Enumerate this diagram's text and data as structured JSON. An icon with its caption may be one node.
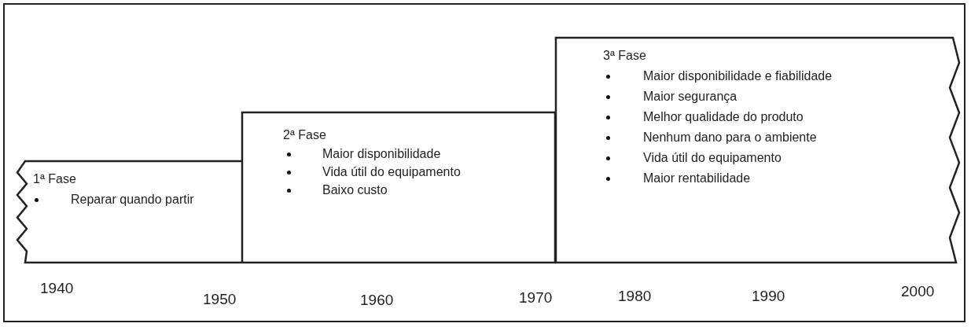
{
  "diagram": {
    "nodes": [
      {
        "text": [
          "1ª Fase",
          "Reparar quando partir"
        ]
      },
      {
        "text": [
          "2ª Fase",
          "Maior disponibilidade",
          "Vida útil do equipamento",
          "Baixo custo"
        ]
      },
      {
        "text": [
          "3ª Fase",
          "Maior disponibilidade e fiabilidade",
          "Maior segurança",
          "Melhor qualidade do produto",
          "Nenhum dano para o ambiente",
          "Vida útil do equipamento",
          "Maior rentabilidade"
        ]
      }
    ],
    "edges": [],
    "labels": [
      "1940",
      "1950",
      "1960",
      "1970",
      "1980",
      "1990",
      "2000"
    ]
  }
}
